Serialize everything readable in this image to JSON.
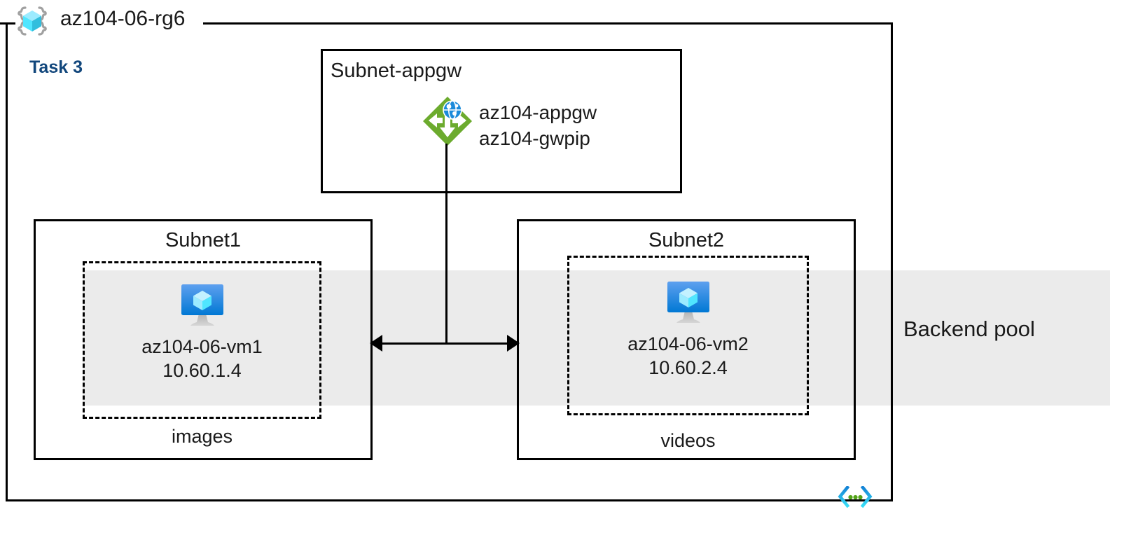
{
  "resource_group": {
    "icon": "resource-group-cube-icon",
    "name": "az104-06-rg6"
  },
  "task": {
    "label": "Task 3",
    "color": "#12477c"
  },
  "backend_pool": {
    "label": "Backend pool",
    "band_color": "#ebebeb"
  },
  "subnets": [
    {
      "id": "subnet-appgw",
      "title": "Subnet-appgw",
      "resource": {
        "icon": "application-gateway-icon",
        "icon_color": "#6cab2e",
        "lines": [
          "az104-appgw",
          "az104-gwpip"
        ]
      }
    },
    {
      "id": "subnet1",
      "title": "Subnet1",
      "vm": {
        "icon": "virtual-machine-icon",
        "name": "az104-06-vm1",
        "ip": "10.60.1.4"
      },
      "storage_label": "images"
    },
    {
      "id": "subnet2",
      "title": "Subnet2",
      "vm": {
        "icon": "virtual-machine-icon",
        "name": "az104-06-vm2",
        "ip": "10.60.2.4"
      },
      "storage_label": "videos"
    }
  ],
  "footer": {
    "icon": "code-brackets-api-icon"
  },
  "colors": {
    "line": "#000000",
    "text": "#1a1a1a",
    "appgw_green": "#6cab2e",
    "vm_blue": "#0078d4",
    "cube_cyan": "#50e6ff",
    "code_blue": "#0f87e8",
    "code_cyan": "#32d4f5",
    "code_green": "#53a318"
  }
}
